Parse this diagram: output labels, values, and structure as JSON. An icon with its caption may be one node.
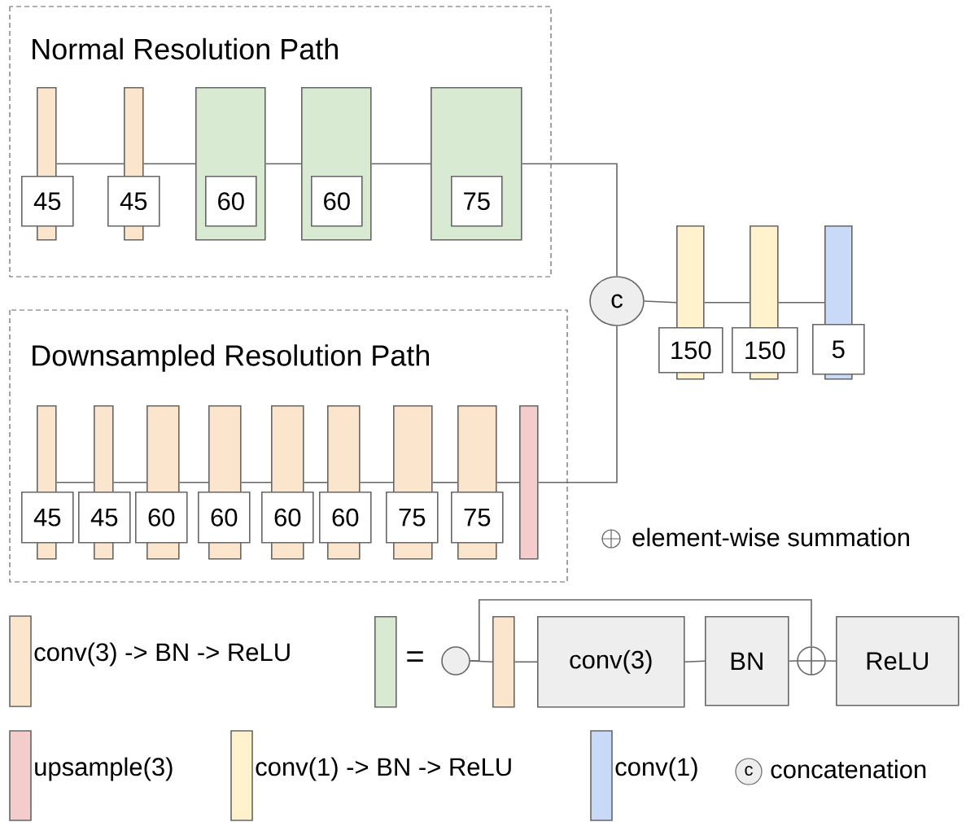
{
  "diagram": {
    "nodes": [
      {
        "text": [
          "Normal Resolution Path"
        ]
      },
      {
        "text": [
          "45"
        ],
        "in": 0
      },
      {
        "text": [
          "45"
        ],
        "in": 0
      },
      {
        "text": [
          "60"
        ],
        "in": 0
      },
      {
        "text": [
          "60"
        ],
        "in": 0
      },
      {
        "text": [
          "75"
        ],
        "in": 0
      },
      {
        "text": [
          "Downsampled Resolution Path"
        ]
      },
      {
        "text": [
          "45"
        ],
        "in": 6
      },
      {
        "text": [
          "45"
        ],
        "in": 6
      },
      {
        "text": [
          "60"
        ],
        "in": 6
      },
      {
        "text": [
          "60"
        ],
        "in": 6
      },
      {
        "text": [
          "60"
        ],
        "in": 6
      },
      {
        "text": [
          "60"
        ],
        "in": 6
      },
      {
        "text": [
          "75"
        ],
        "in": 6
      },
      {
        "text": [
          "75"
        ],
        "in": 6
      },
      {
        "text": [],
        "shape": "bar",
        "in": 6
      },
      {
        "text": [
          "c"
        ]
      },
      {
        "text": [
          "150"
        ]
      },
      {
        "text": [
          "150"
        ]
      },
      {
        "text": [
          "5"
        ]
      },
      {
        "text": [],
        "shape": "bar"
      },
      {
        "text": [],
        "shape": "circle"
      },
      {
        "text": [],
        "shape": "bar"
      },
      {
        "text": [
          "conv(3)"
        ]
      },
      {
        "text": [
          "BN"
        ]
      },
      {
        "text": [],
        "shape": "circle"
      },
      {
        "text": [
          "ReLU"
        ]
      }
    ],
    "edges": [
      {
        "from": 1,
        "to": 2,
        "arrow": "none"
      },
      {
        "from": 2,
        "to": 3,
        "arrow": "none"
      },
      {
        "from": 3,
        "to": 4,
        "arrow": "none"
      },
      {
        "from": 4,
        "to": 5,
        "arrow": "none"
      },
      {
        "from": 5,
        "to": 16,
        "arrow": "none"
      },
      {
        "from": 7,
        "to": 8,
        "arrow": "none"
      },
      {
        "from": 8,
        "to": 9,
        "arrow": "none"
      },
      {
        "from": 9,
        "to": 10,
        "arrow": "none"
      },
      {
        "from": 10,
        "to": 11,
        "arrow": "none"
      },
      {
        "from": 11,
        "to": 12,
        "arrow": "none"
      },
      {
        "from": 12,
        "to": 13,
        "arrow": "none"
      },
      {
        "from": 13,
        "to": 14,
        "arrow": "none"
      },
      {
        "from": 14,
        "to": 15,
        "arrow": "none"
      },
      {
        "from": 15,
        "to": 16,
        "arrow": "none"
      },
      {
        "from": 16,
        "to": 17,
        "arrow": "none"
      },
      {
        "from": 17,
        "to": 18,
        "arrow": "none"
      },
      {
        "from": 18,
        "to": 19,
        "arrow": "none"
      },
      {
        "from": 21,
        "to": 22,
        "arrow": "none"
      },
      {
        "from": 22,
        "to": 23,
        "arrow": "none"
      },
      {
        "from": 23,
        "to": 24,
        "arrow": "none"
      },
      {
        "from": 24,
        "to": 25,
        "arrow": "none"
      },
      {
        "from": 25,
        "to": 26,
        "arrow": "none"
      },
      {
        "from": 21,
        "to": 25,
        "arrow": "none"
      }
    ],
    "labels": [
      "=",
      "c"
    ],
    "legend": [
      {
        "text": "conv(3) -> BN -> ReLU",
        "color": "#fce5cd"
      },
      {
        "text": "upsample(3)",
        "color": "#f4cccc"
      },
      {
        "text": "conv(1) -> BN -> ReLU",
        "color": "#fff2cc"
      },
      {
        "text": "conv(1)",
        "color": "#c9daf8"
      },
      {
        "text": "element-wise summation"
      },
      {
        "text": "concatenation"
      }
    ]
  }
}
